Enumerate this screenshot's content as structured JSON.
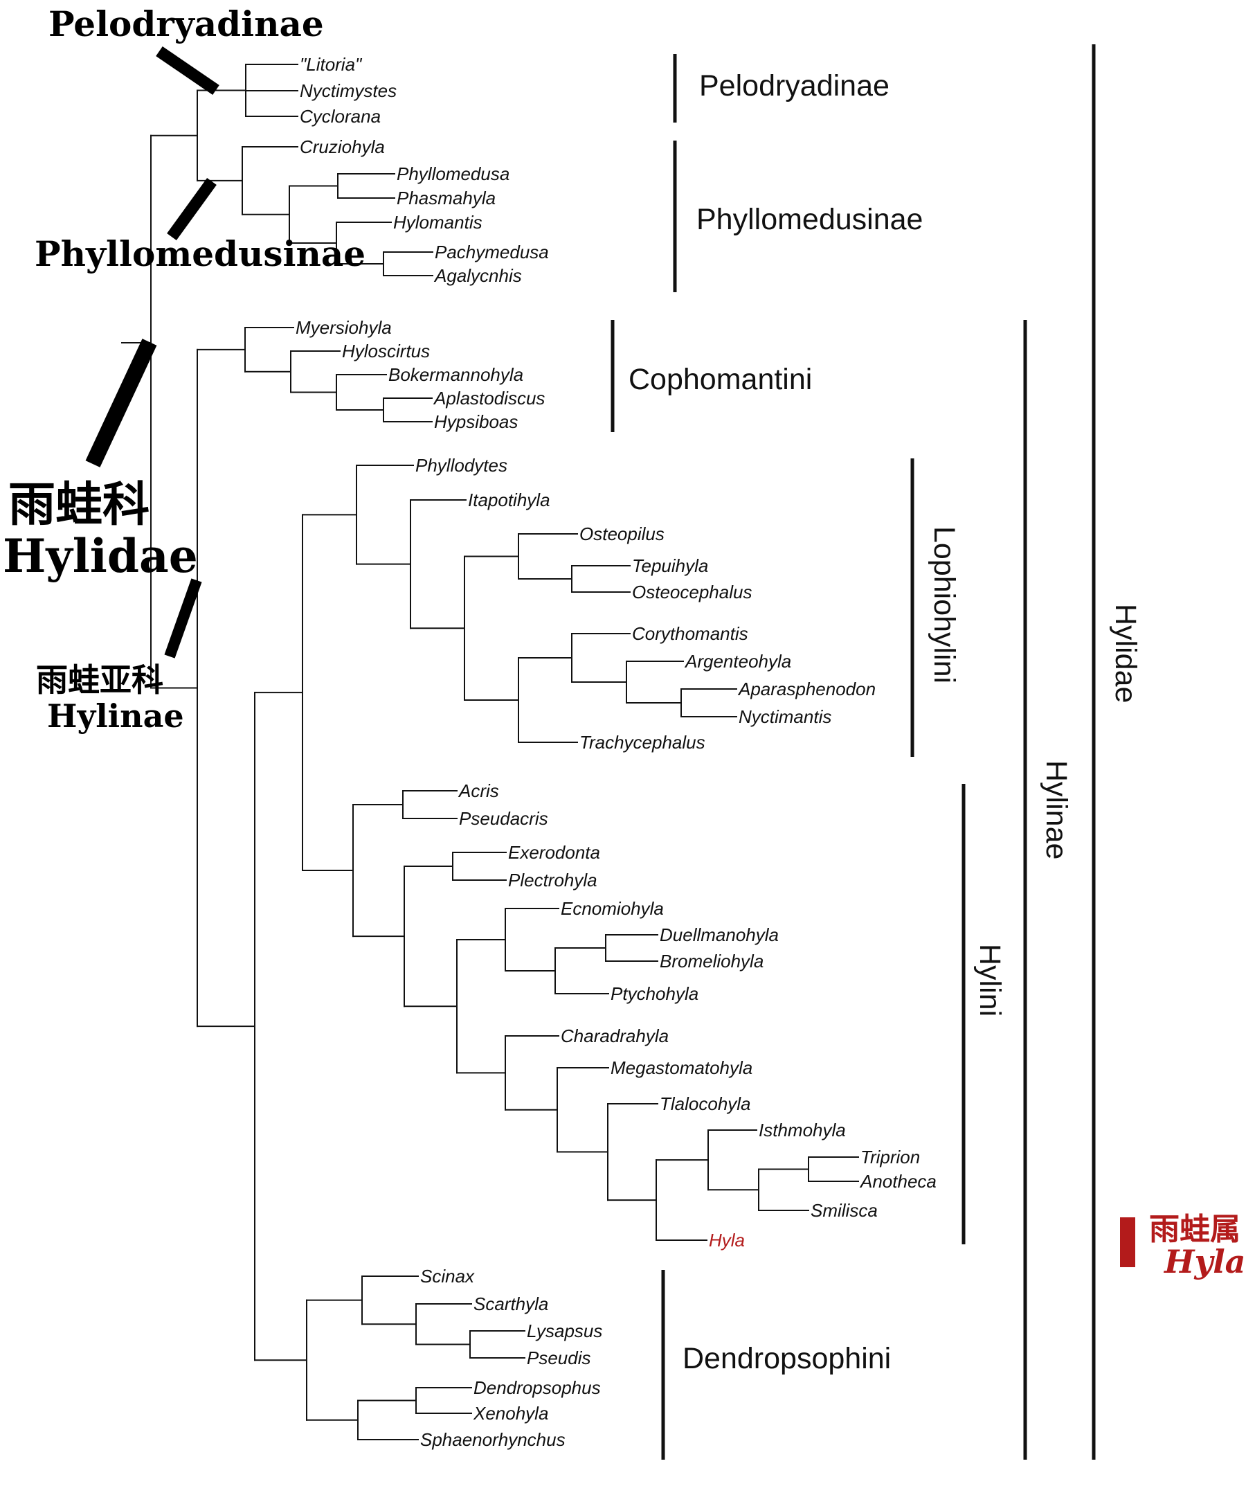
{
  "taxa": [
    {
      "id": "litoria",
      "label": "\"Litoria\""
    },
    {
      "id": "nyctimystes",
      "label": "Nyctimystes"
    },
    {
      "id": "cyclorana",
      "label": "Cyclorana"
    },
    {
      "id": "cruziohyla",
      "label": "Cruziohyla"
    },
    {
      "id": "phyllomedusa",
      "label": "Phyllomedusa"
    },
    {
      "id": "phasmahyla",
      "label": "Phasmahyla"
    },
    {
      "id": "hylomantis",
      "label": "Hylomantis"
    },
    {
      "id": "pachymedusa",
      "label": "Pachymedusa"
    },
    {
      "id": "agalycnhis",
      "label": "Agalycnhis"
    },
    {
      "id": "myersiohyla",
      "label": "Myersiohyla"
    },
    {
      "id": "hyloscirtus",
      "label": "Hyloscirtus"
    },
    {
      "id": "bokermannohyla",
      "label": "Bokermannohyla"
    },
    {
      "id": "aplastodiscus",
      "label": "Aplastodiscus"
    },
    {
      "id": "hypsiboas",
      "label": "Hypsiboas"
    },
    {
      "id": "phyllodytes",
      "label": "Phyllodytes"
    },
    {
      "id": "itapotihyla",
      "label": "Itapotihyla"
    },
    {
      "id": "osteopilus",
      "label": "Osteopilus"
    },
    {
      "id": "tepuihyla",
      "label": "Tepuihyla"
    },
    {
      "id": "osteocephalus",
      "label": "Osteocephalus"
    },
    {
      "id": "corythomantis",
      "label": "Corythomantis"
    },
    {
      "id": "argenteohyla",
      "label": "Argenteohyla"
    },
    {
      "id": "aparasphenodon",
      "label": "Aparasphenodon"
    },
    {
      "id": "nyctimantis",
      "label": "Nyctimantis"
    },
    {
      "id": "trachycephalus",
      "label": "Trachycephalus"
    },
    {
      "id": "acris",
      "label": "Acris"
    },
    {
      "id": "pseudacris",
      "label": "Pseudacris"
    },
    {
      "id": "exerodonta",
      "label": "Exerodonta"
    },
    {
      "id": "plectrohyla",
      "label": "Plectrohyla"
    },
    {
      "id": "ecnomiohyla",
      "label": "Ecnomiohyla"
    },
    {
      "id": "duellmanohyla",
      "label": "Duellmanohyla"
    },
    {
      "id": "bromeliohyla",
      "label": "Bromeliohyla"
    },
    {
      "id": "ptychohyla",
      "label": "Ptychohyla"
    },
    {
      "id": "charadrahyla",
      "label": "Charadrahyla"
    },
    {
      "id": "megastomatohyla",
      "label": "Megastomatohyla"
    },
    {
      "id": "tlalocohyla",
      "label": "Tlalocohyla"
    },
    {
      "id": "isthmohyla",
      "label": "Isthmohyla"
    },
    {
      "id": "triprion",
      "label": "Triprion"
    },
    {
      "id": "anotheca",
      "label": "Anotheca"
    },
    {
      "id": "smilisca",
      "label": "Smilisca"
    },
    {
      "id": "hyla",
      "label": "Hyla",
      "highlight": true
    },
    {
      "id": "scinax",
      "label": "Scinax"
    },
    {
      "id": "scarthyla",
      "label": "Scarthyla"
    },
    {
      "id": "lysapsus",
      "label": "Lysapsus"
    },
    {
      "id": "pseudis",
      "label": "Pseudis"
    },
    {
      "id": "dendropsophus",
      "label": "Dendropsophus"
    },
    {
      "id": "xenohyla",
      "label": "Xenohyla"
    },
    {
      "id": "sphaenorhynchus",
      "label": "Sphaenorhynchus"
    }
  ],
  "clade_labels": {
    "pelodryadinae": "Pelodryadinae",
    "phyllomedusinae": "Phyllomedusinae",
    "cophomantini": "Cophomantini",
    "lophiohylini": "Lophiohylini",
    "hylini": "Hylini",
    "dendropsophini": "Dendropsophini",
    "hylinae": "Hylinae",
    "hylidae": "Hylidae"
  },
  "annotations": {
    "pelodryadinae": "Pelodryadinae",
    "phyllomedusinae": "Phyllomedusinae",
    "hylidae_cn": "雨蛙科",
    "hylidae_latin": "Hylidae",
    "hylinae_cn": "雨蛙亚科",
    "hylinae_latin": "Hylinae",
    "hyla_cn": "雨蛙属",
    "hyla_latin": "Hyla"
  },
  "colors": {
    "line": "#111111",
    "highlight": "#b31b1b",
    "background": "#ffffff"
  }
}
